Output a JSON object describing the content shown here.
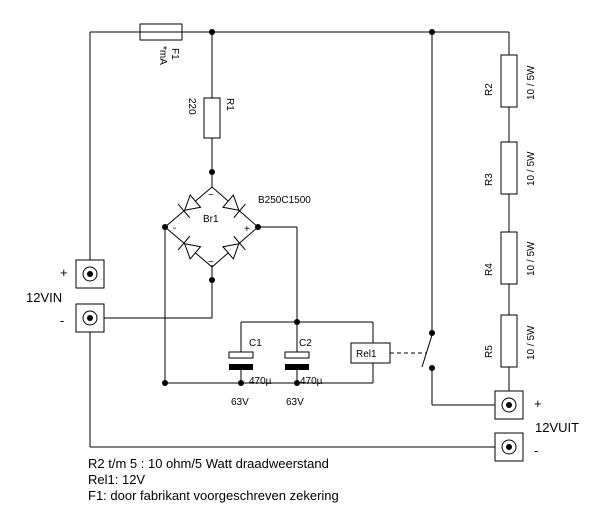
{
  "components": {
    "fuse": {
      "name": "F1",
      "value": "*mA"
    },
    "r1": {
      "name": "R1",
      "value": "220"
    },
    "bridge": {
      "name": "Br1",
      "type": "B250C1500",
      "ac_mark": "~",
      "plus": "+",
      "minus": "-"
    },
    "c1": {
      "name": "C1",
      "value": "470µ",
      "voltage": "63V"
    },
    "c2": {
      "name": "C2",
      "value": "470µ",
      "voltage": "63V"
    },
    "relay": {
      "name": "Rel1"
    },
    "r2": {
      "name": "R2",
      "value": "10 / 5W"
    },
    "r3": {
      "name": "R3",
      "value": "10 / 5W"
    },
    "r4": {
      "name": "R4",
      "value": "10 / 5W"
    },
    "r5": {
      "name": "R5",
      "value": "10 / 5W"
    }
  },
  "terminals": {
    "input_label": "12VIN",
    "input_plus": "+",
    "input_minus": "-",
    "output_label": "12VUIT",
    "output_plus": "+",
    "output_minus": "-"
  },
  "notes": [
    "R2 t/m 5 : 10 ohm/5 Watt draadweerstand",
    "Rel1: 12V",
    "F1: door fabrikant voorgeschreven zekering"
  ]
}
